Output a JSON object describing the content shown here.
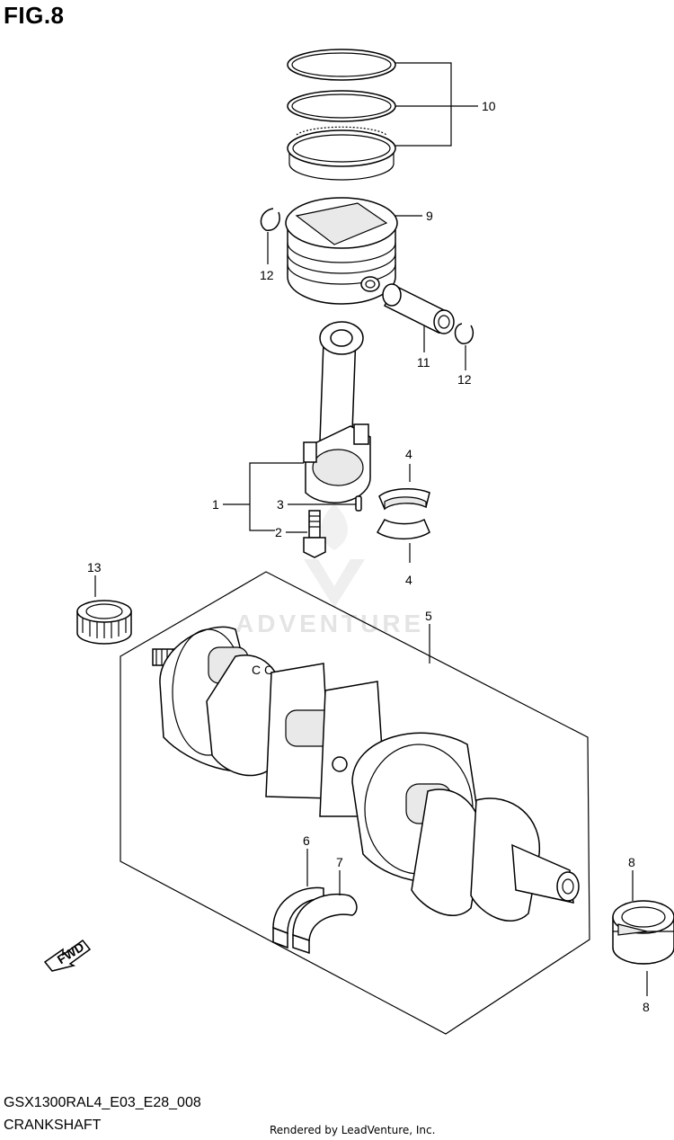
{
  "figure_title": "FIG.8",
  "model_code": "GSX1300RAL4_E03_E28_008",
  "assembly_name": "CRANKSHAFT",
  "rendered_by": "Rendered by LeadVenture, Inc.",
  "watermark_text": "ADVENTURE",
  "fwd_label": "FWD",
  "callouts": {
    "c1": "1",
    "c2": "2",
    "c3": "3",
    "c4a": "4",
    "c4b": "4",
    "c5": "5",
    "c6": "6",
    "c7": "7",
    "c8a": "8",
    "c8b": "8",
    "c9": "9",
    "c10": "10",
    "c11": "11",
    "c12a": "12",
    "c12b": "12",
    "c13": "13"
  }
}
